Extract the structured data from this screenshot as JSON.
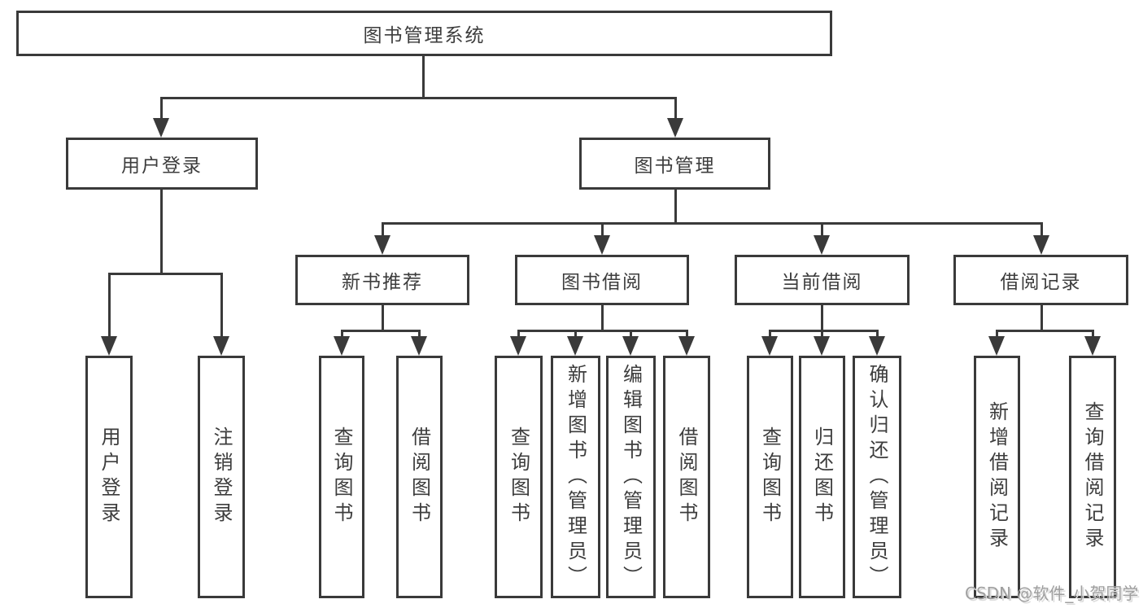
{
  "colors": {
    "line": "#3a3a3a",
    "text": "#3d3d3d",
    "background": "#ffffff",
    "watermark": "#9f9f9f"
  },
  "tree": {
    "root": {
      "label": "图书管理系统",
      "children": [
        {
          "label": "用户登录",
          "children": [
            {
              "label": "用户登录"
            },
            {
              "label": "注销登录"
            }
          ]
        },
        {
          "label": "图书管理",
          "children": [
            {
              "label": "新书推荐",
              "children": [
                {
                  "label": "查询图书"
                },
                {
                  "label": "借阅图书"
                }
              ]
            },
            {
              "label": "图书借阅",
              "children": [
                {
                  "label": "查询图书"
                },
                {
                  "label": "新增图书（管理员）"
                },
                {
                  "label": "编辑图书（管理员）"
                },
                {
                  "label": "借阅图书"
                }
              ]
            },
            {
              "label": "当前借阅",
              "children": [
                {
                  "label": "查询图书"
                },
                {
                  "label": "归还图书"
                },
                {
                  "label": "确认归还（管理员）"
                }
              ]
            },
            {
              "label": "借阅记录",
              "children": [
                {
                  "label": "新增借阅记录"
                },
                {
                  "label": "查询借阅记录"
                }
              ]
            }
          ]
        }
      ]
    }
  },
  "watermark": {
    "text": "CSDN @软件_小贺同学"
  }
}
